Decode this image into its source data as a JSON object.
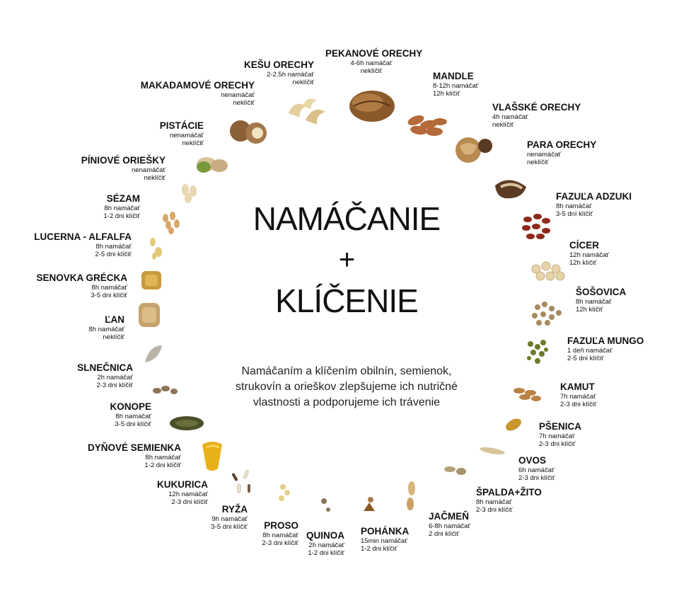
{
  "title_line1": "NAMÁČANIE",
  "title_plus": "+",
  "title_line2": "KLÍČENIE",
  "subtitle": "Namáčaním a klíčením obilnín, semienok, strukovín a orieškov zlepšujeme ich nutričné vlastnosti a podporujeme ich trávenie",
  "items": [
    {
      "name": "PEKANOVÉ ORECHY",
      "soak": "4-6h namáčať",
      "sprout": "neklíčiť"
    },
    {
      "name": "KEŠU ORECHY",
      "soak": "2-2.5h namáčať",
      "sprout": "neklíčiť"
    },
    {
      "name": "MAKADAMOVÉ ORECHY",
      "soak": "nenamáčať",
      "sprout": "neklíčiť"
    },
    {
      "name": "PISTÁCIE",
      "soak": "nenamáčať",
      "sprout": "neklíčiť"
    },
    {
      "name": "PÍNIOVÉ ORIEŠKY",
      "soak": "nenamáčať",
      "sprout": "neklíčiť"
    },
    {
      "name": "SÉZAM",
      "soak": "8h namáčať",
      "sprout": "1-2 dni klíčiť"
    },
    {
      "name": "LUCERNA - ALFALFA",
      "soak": "8h namáčať",
      "sprout": "2-5 dni klíčiť"
    },
    {
      "name": "SENOVKA GRÉCKA",
      "soak": "8h namáčať",
      "sprout": "3-5 dni klíčiť"
    },
    {
      "name": "ĽAN",
      "soak": "8h namáčať",
      "sprout": "neklíčiť"
    },
    {
      "name": "SLNEČNICA",
      "soak": "2h namáčať",
      "sprout": "2-3 dni klíčiť"
    },
    {
      "name": "KONOPE",
      "soak": "8h namáčať",
      "sprout": "3-5 dni klíčiť"
    },
    {
      "name": "DYŇOVÉ SEMIENKA",
      "soak": "8h namáčať",
      "sprout": "1-2 dni klíčiť"
    },
    {
      "name": "KUKURICA",
      "soak": "12h namáčať",
      "sprout": "2-3 dni klíčiť"
    },
    {
      "name": "RYŽA",
      "soak": "9h namáčať",
      "sprout": "3-5 dni klíčiť"
    },
    {
      "name": "PROSO",
      "soak": "8h namáčať",
      "sprout": "2-3 dni klíčiť"
    },
    {
      "name": "QUINOA",
      "soak": "2h namáčať",
      "sprout": "1-2 dni klíčiť"
    },
    {
      "name": "POHÁNKA",
      "soak": "15min namáčať",
      "sprout": "1-2 dni klíčiť"
    },
    {
      "name": "JAČMEŇ",
      "soak": "6-8h namáčať",
      "sprout": "2 dni klíčiť"
    },
    {
      "name": "ŠPALDA+ŽITO",
      "soak": "8h namáčať",
      "sprout": "2-3 dni klíčiť"
    },
    {
      "name": "OVOS",
      "soak": "6h namáčať",
      "sprout": "2-3 dni klíčiť"
    },
    {
      "name": "PŠENICA",
      "soak": "7h namáčať",
      "sprout": "2-3 dni klíčiť"
    },
    {
      "name": "KAMUT",
      "soak": "7h namáčať",
      "sprout": "2-3 dni klíčiť"
    },
    {
      "name": "FAZUĽA MUNGO",
      "soak": "1 deň namáčať",
      "sprout": "2-5 dni klíčiť"
    },
    {
      "name": "ŠOŠOVICA",
      "soak": "8h namáčať",
      "sprout": "12h klíčiť"
    },
    {
      "name": "CÍCER",
      "soak": "12h namáčať",
      "sprout": "12h klíčiť"
    },
    {
      "name": "FAZUĽA ADZUKI",
      "soak": "8h namáčať",
      "sprout": "3-5 dní klíčiť"
    },
    {
      "name": "PARA ORECHY",
      "soak": "nenamáčať",
      "sprout": "neklíčiť"
    },
    {
      "name": "VLAŠSKÉ ORECHY",
      "soak": "4h namáčať",
      "sprout": "neklíčiť"
    },
    {
      "name": "MANDLE",
      "soak": "8-12h namáčať",
      "sprout": "12h klíčiť"
    }
  ]
}
